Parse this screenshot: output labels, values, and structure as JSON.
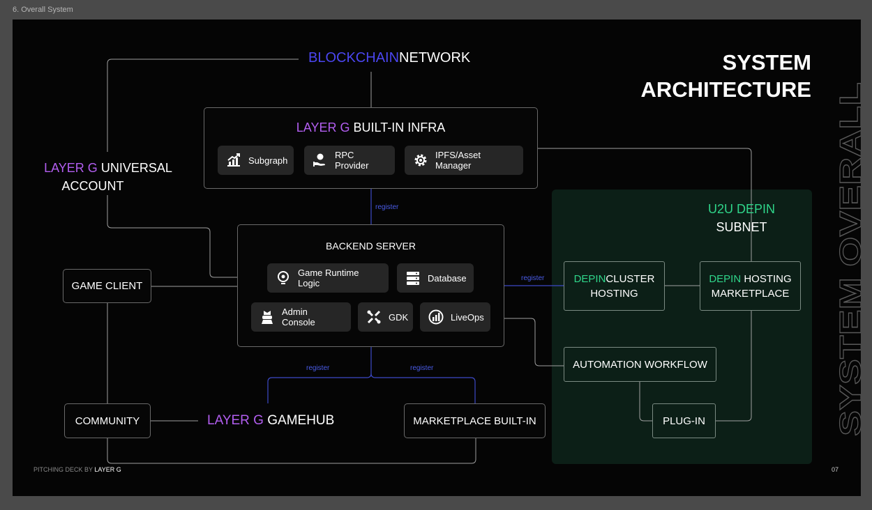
{
  "frame_label": "6. Overall System",
  "title": {
    "line1": "SYSTEM",
    "line2": "ARCHITECTURE"
  },
  "vertical_text": "SYSTEM OVERALL",
  "blockchain": {
    "accent": "BLOCKCHAIN",
    "rest": "NETWORK"
  },
  "infra": {
    "accent": "LAYER G",
    "rest": "BUILT-IN INFRA",
    "chips": {
      "subgraph": "Subgraph",
      "rpc": "RPC Provider",
      "ipfs": "IPFS/Asset Manager"
    }
  },
  "universal_account": {
    "accent": "LAYER G",
    "rest": "UNIVERSAL",
    "line2": "ACCOUNT"
  },
  "backend": {
    "title": "BACKEND SERVER",
    "chips": {
      "runtime": "Game Runtime Logic",
      "database": "Database",
      "admin": "Admin Console",
      "gdk": "GDK",
      "liveops": "LiveOps"
    }
  },
  "game_client": "GAME CLIENT",
  "community": "COMMUNITY",
  "gamehub": {
    "accent": "LAYER G",
    "rest": "GAMEHUB"
  },
  "marketplace_builtin": "MARKETPLACE BUILT-IN",
  "depin": {
    "title_accent": "U2U DEPIN",
    "title_line2": "SUBNET",
    "cluster": {
      "accent": "DEPIN",
      "rest": "CLUSTER",
      "line2": "HOSTING"
    },
    "hosting": {
      "accent": "DEPIN",
      "rest": "HOSTING",
      "line2": "MARKETPLACE"
    },
    "automation": "AUTOMATION WORKFLOW",
    "plugin": "PLUG-IN"
  },
  "register_labels": {
    "infra_backend": "register",
    "backend_depin": "register",
    "backend_gamehub": "register",
    "backend_marketplace": "register"
  },
  "footer": {
    "prefix": "PITCHING DECK BY",
    "brand": "LAYER G",
    "page": "07"
  },
  "colors": {
    "purple": "#b25ef0",
    "blue": "#4b46f0",
    "green": "#2fd58a",
    "panel_green": "#0c1f17",
    "register_blue": "#4a5ce8"
  }
}
